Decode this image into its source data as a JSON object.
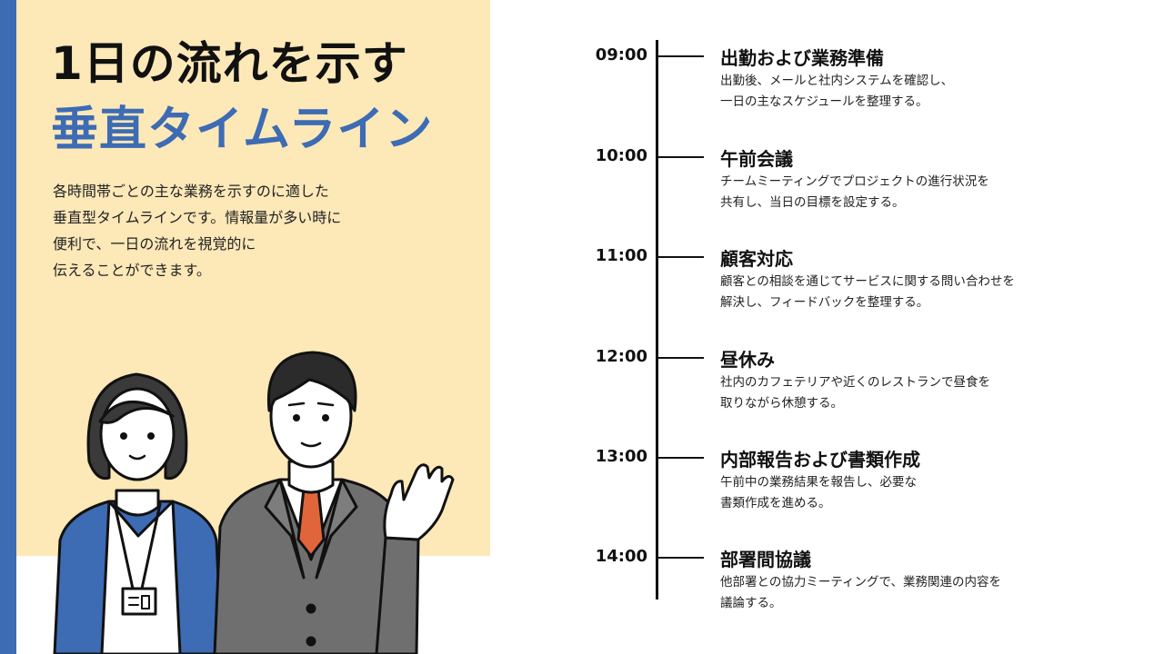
{
  "title": {
    "line1": "1日の流れを示す",
    "line2": "垂直タイムライン"
  },
  "description": [
    "各時間帯ごとの主な業務を示すのに適した",
    "垂直型タイムラインです。情報量が多い時に",
    "便利で、一日の流れを視覚的に",
    "伝えることができます。"
  ],
  "colors": {
    "accent": "#3d6bb4",
    "beige": "#fde8b8",
    "tie": "#e0653a",
    "suit": "#6f6f6f"
  },
  "timeline": [
    {
      "time": "09:00",
      "heading": "出勤および業務準備",
      "body": [
        "出勤後、メールと社内システムを確認し、",
        "一日の主なスケジュールを整理する。"
      ]
    },
    {
      "time": "10:00",
      "heading": "午前会議",
      "body": [
        "チームミーティングでプロジェクトの進行状況を",
        "共有し、当日の目標を設定する。"
      ]
    },
    {
      "time": "11:00",
      "heading": "顧客対応",
      "body": [
        "顧客との相談を通じてサービスに関する問い合わせを",
        "解決し、フィードバックを整理する。"
      ]
    },
    {
      "time": "12:00",
      "heading": "昼休み",
      "body": [
        "社内のカフェテリアや近くのレストランで昼食を",
        "取りながら休憩する。"
      ]
    },
    {
      "time": "13:00",
      "heading": "内部報告および書類作成",
      "body": [
        "午前中の業務結果を報告し、必要な",
        "書類作成を進める。"
      ]
    },
    {
      "time": "14:00",
      "heading": "部署間協議",
      "body": [
        "他部署との協力ミーティングで、業務関連の内容を",
        "議論する。"
      ]
    }
  ]
}
